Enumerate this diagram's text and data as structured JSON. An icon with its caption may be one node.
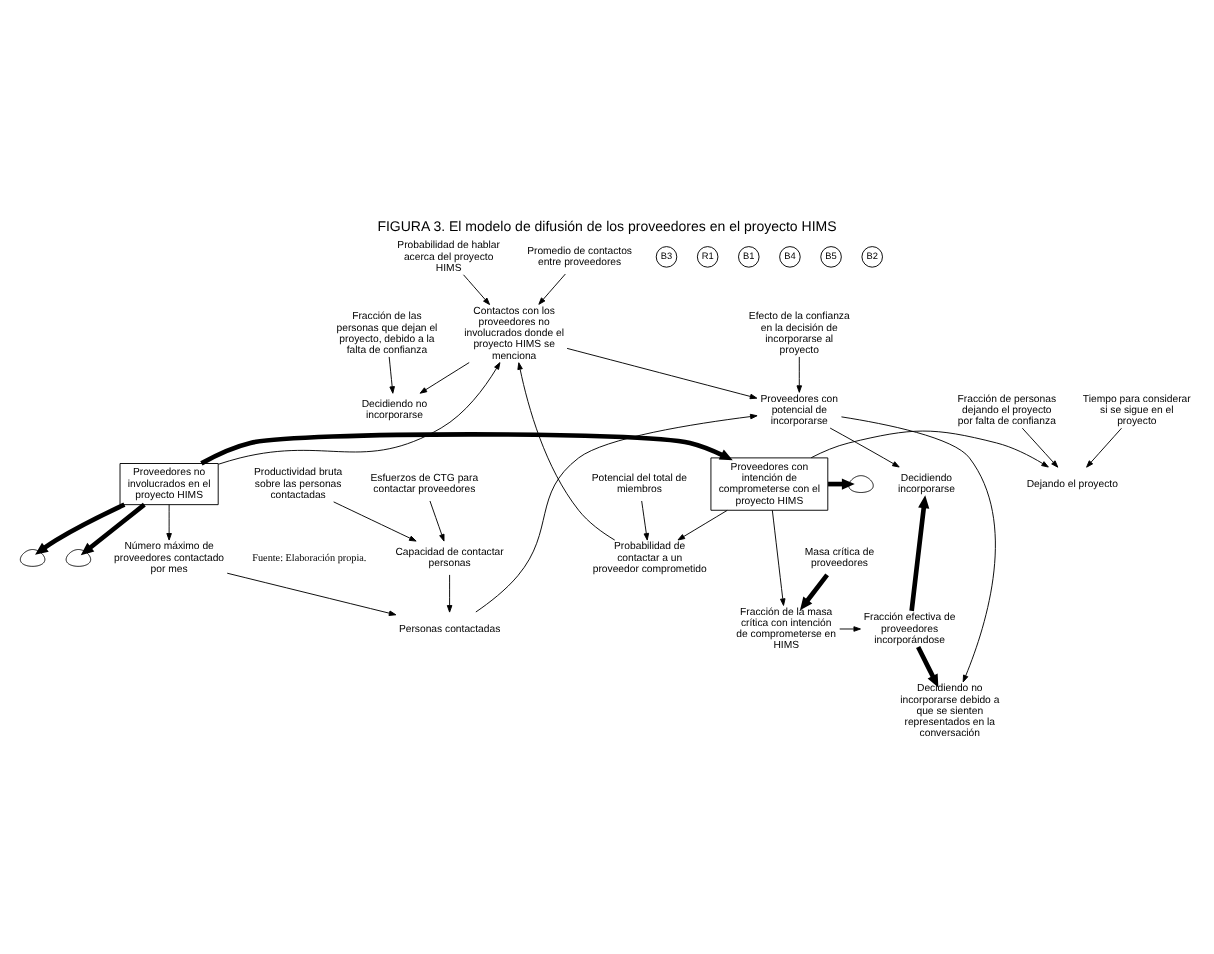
{
  "diagram": {
    "title": "FIGURA 3. El modelo de difusión de los proveedores en el proyecto HIMS",
    "caption": "Fuente: Elaboración propia.",
    "nodes": [
      {
        "text": [
          "Fracción de las personas que dejan el proyecto, debido a la falta de confianza"
        ]
      },
      {
        "text": [
          "Decidiendo no incorporarse"
        ]
      },
      {
        "text": [],
        "shape": "cloud"
      },
      {
        "text": [
          "Probabilidad de hablar acerca del proyecto HIMS"
        ]
      },
      {
        "text": [
          "Promedio de contactos entre proveedores"
        ]
      },
      {
        "text": [
          "Efecto de la confianza en la decisión de incorporarse al proyecto"
        ]
      },
      {
        "text": [
          "Contactos con los proveedores no involucrados donde el proyecto HIMS se menciona"
        ]
      },
      {
        "text": [
          "Potencial del total de miembros"
        ]
      },
      {
        "text": [
          "Fracción de personas dejando el proyecto por falta de confianza"
        ]
      },
      {
        "text": [
          "Proveedores con potencial de incorporarse"
        ]
      },
      {
        "text": [
          "Probabilidad de contactar a un proveedor comprometido"
        ]
      },
      {
        "text": [
          "Proveedores no involucrados en el proyecto HIMS"
        ]
      },
      {
        "text": [
          "Decidiendo incorporarse"
        ]
      },
      {
        "text": [
          "Proveedores con intención de comprometerse con el proyecto HIMS"
        ]
      },
      {
        "text": [
          "Dejando el proyecto"
        ]
      },
      {
        "text": [],
        "shape": "cloud"
      },
      {
        "text": [
          "Decidiendo no incorporarse debido a que se sienten representados en la conversación"
        ]
      },
      {
        "text": [],
        "shape": "cloud"
      },
      {
        "text": [
          "Tiempo para considerar si se sigue en el proyecto"
        ]
      },
      {
        "text": [
          "Fracción de la masa crítica con intención de comprometerse en HIMS"
        ]
      },
      {
        "text": [
          "Personas contactadas"
        ]
      },
      {
        "text": [
          "Fracción efectiva de proveedores incorporándose"
        ]
      },
      {
        "text": [
          "Número máximo de proveedores contactado por mes"
        ]
      },
      {
        "text": [
          "Capacidad de contactar personas"
        ]
      },
      {
        "text": [
          "Masa crítica de proveedores"
        ]
      },
      {
        "text": [
          "Productividad bruta sobre las personas contactadas"
        ]
      },
      {
        "text": [
          "Esfuerzos de CTG para contactar proveedores"
        ]
      }
    ],
    "edges": [
      {
        "from": 11,
        "to": 2,
        "arrow": "to",
        "style": "thick"
      },
      {
        "from": 0,
        "to": 1,
        "arrow": "to"
      },
      {
        "from": 6,
        "to": 1,
        "arrow": "to"
      },
      {
        "from": 3,
        "to": 6,
        "arrow": "to"
      },
      {
        "from": 4,
        "to": 6,
        "arrow": "to"
      },
      {
        "from": 11,
        "to": 6,
        "arrow": "to"
      },
      {
        "from": 10,
        "to": 6,
        "arrow": "to"
      },
      {
        "from": 5,
        "to": 9,
        "arrow": "to"
      },
      {
        "from": 7,
        "to": 10,
        "arrow": "to"
      },
      {
        "from": 6,
        "to": 9,
        "arrow": "to"
      },
      {
        "from": 9,
        "to": 12,
        "arrow": "to"
      },
      {
        "from": 9,
        "to": 16,
        "arrow": "to"
      },
      {
        "from": 13,
        "to": 10,
        "arrow": "to"
      },
      {
        "from": 11,
        "to": 13,
        "arrow": "to",
        "style": "thick"
      },
      {
        "from": 13,
        "to": 15,
        "arrow": "to",
        "style": "thick"
      },
      {
        "from": 8,
        "to": 14,
        "arrow": "to"
      },
      {
        "from": 18,
        "to": 14,
        "arrow": "to"
      },
      {
        "from": 13,
        "to": 14,
        "arrow": "to"
      },
      {
        "from": 11,
        "to": 17,
        "arrow": "to",
        "style": "thick"
      },
      {
        "from": 13,
        "to": 19,
        "arrow": "to"
      },
      {
        "from": 24,
        "to": 19,
        "arrow": "to",
        "style": "thick"
      },
      {
        "from": 19,
        "to": 21,
        "arrow": "to"
      },
      {
        "from": 21,
        "to": 12,
        "arrow": "to",
        "style": "thick"
      },
      {
        "from": 21,
        "to": 16,
        "arrow": "to",
        "style": "thick"
      },
      {
        "from": 20,
        "to": 9,
        "arrow": "to"
      },
      {
        "from": 11,
        "to": 22,
        "arrow": "to"
      },
      {
        "from": 22,
        "to": 20,
        "arrow": "to"
      },
      {
        "from": 23,
        "to": 20,
        "arrow": "to"
      },
      {
        "from": 25,
        "to": 23,
        "arrow": "to"
      },
      {
        "from": 26,
        "to": 23,
        "arrow": "to"
      }
    ],
    "labels": [
      "B3",
      "R1",
      "B1",
      "B4",
      "B5",
      "B2"
    ]
  }
}
